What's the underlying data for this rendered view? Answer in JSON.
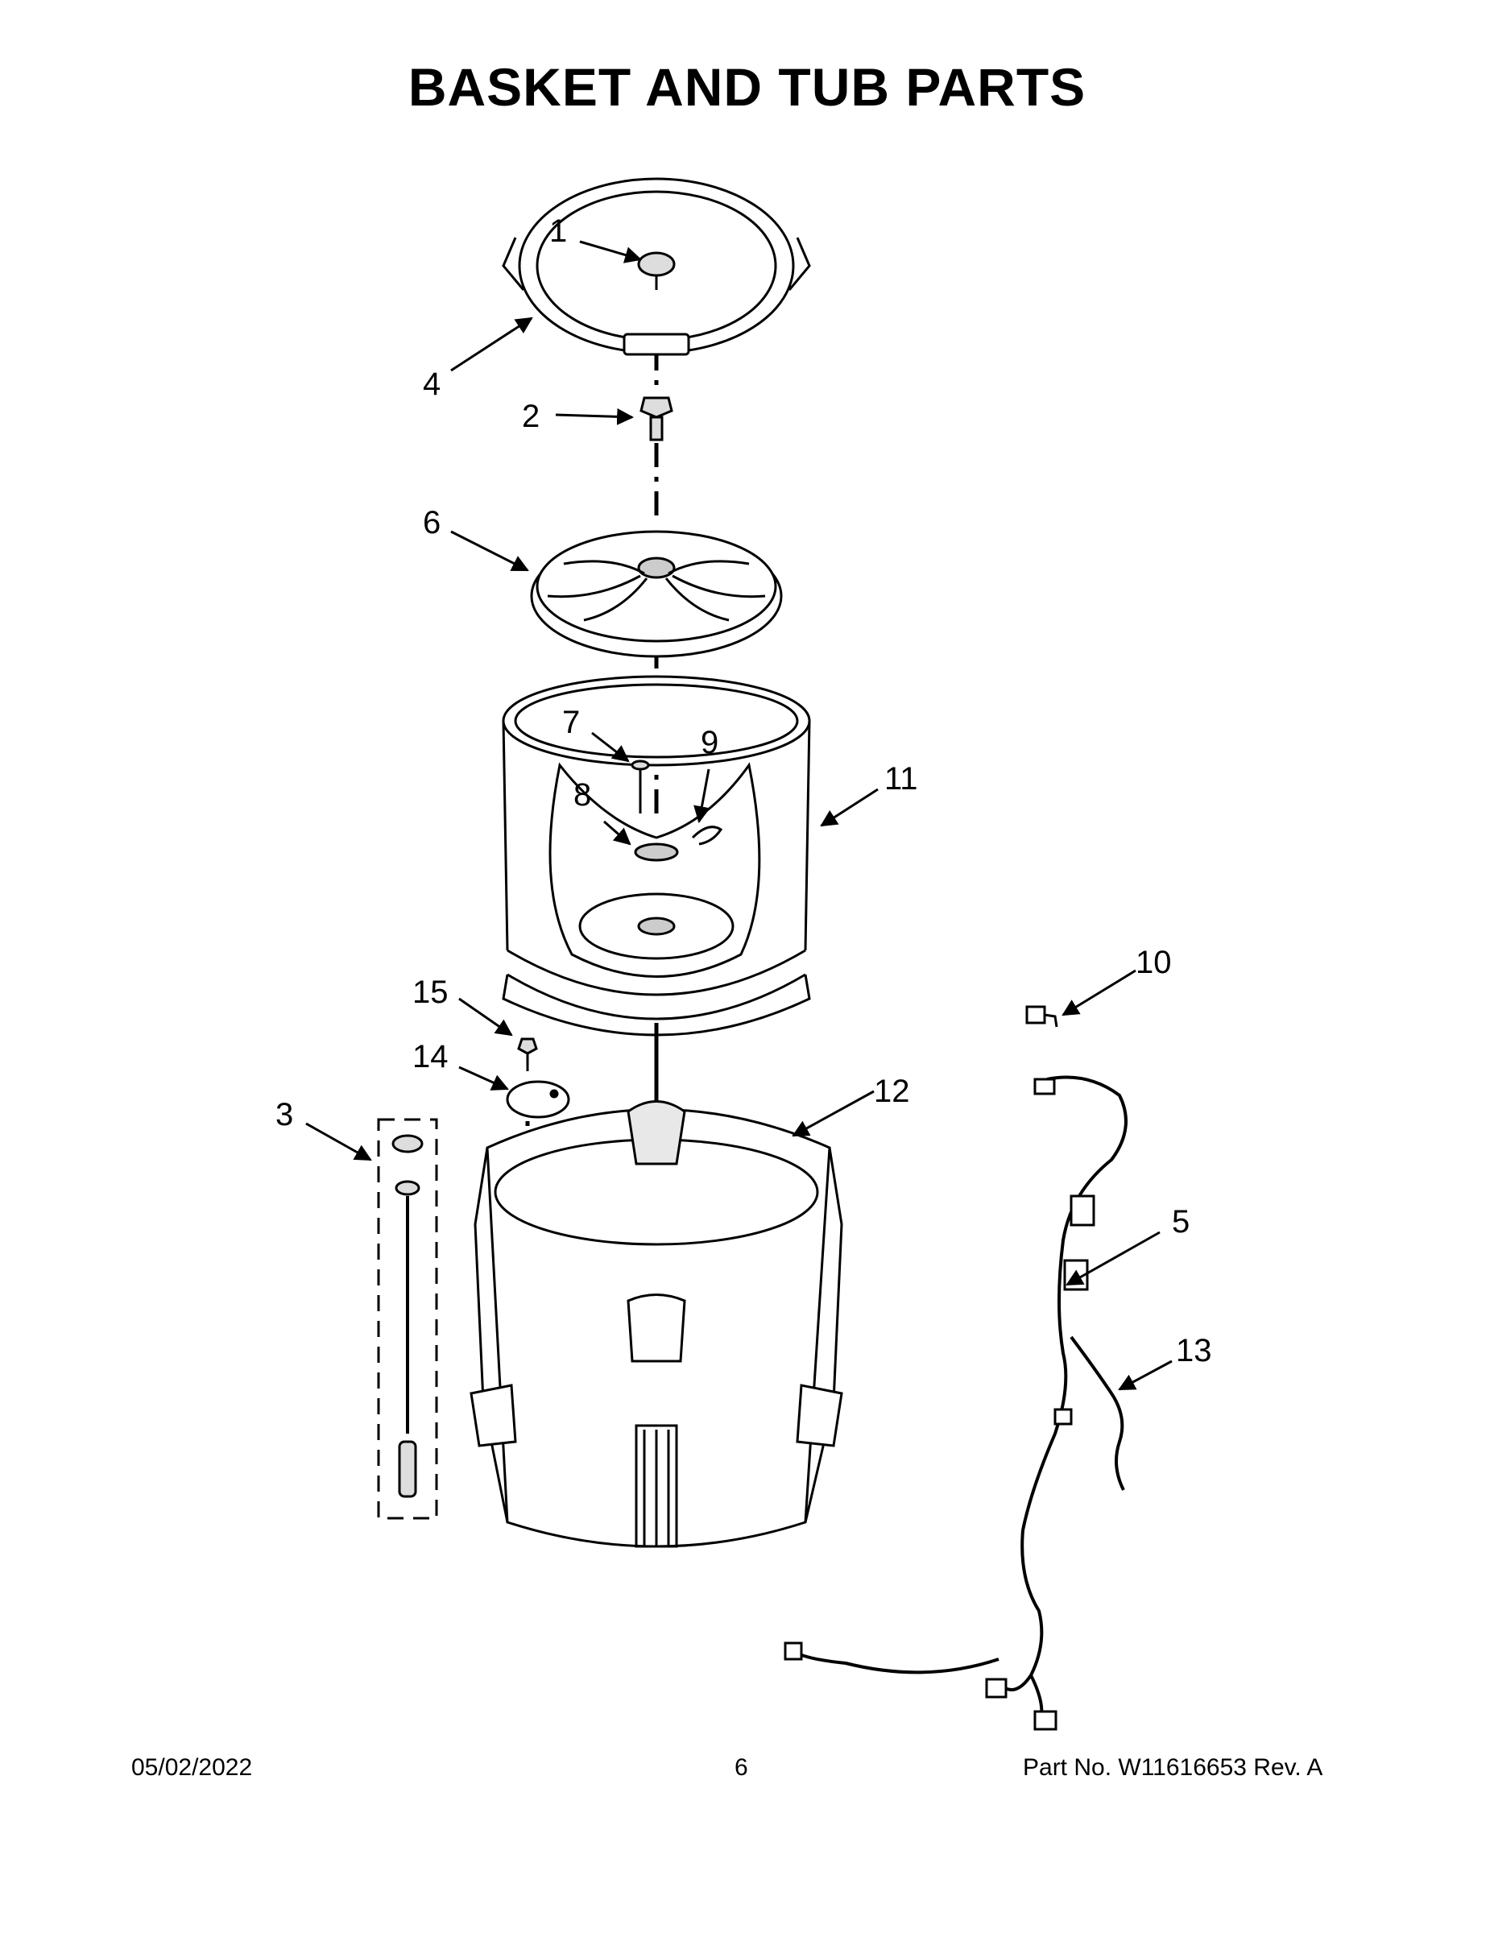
{
  "title": "BASKET AND TUB PARTS",
  "callouts": {
    "c1": "1",
    "c2": "2",
    "c3": "3",
    "c4": "4",
    "c5": "5",
    "c6": "6",
    "c7": "7",
    "c8": "8",
    "c9": "9",
    "c10": "10",
    "c11": "11",
    "c12": "12",
    "c13": "13",
    "c14": "14",
    "c15": "15"
  },
  "footer": {
    "date": "05/02/2022",
    "page": "6",
    "part": "Part No.  W11616653  Rev.  A"
  }
}
